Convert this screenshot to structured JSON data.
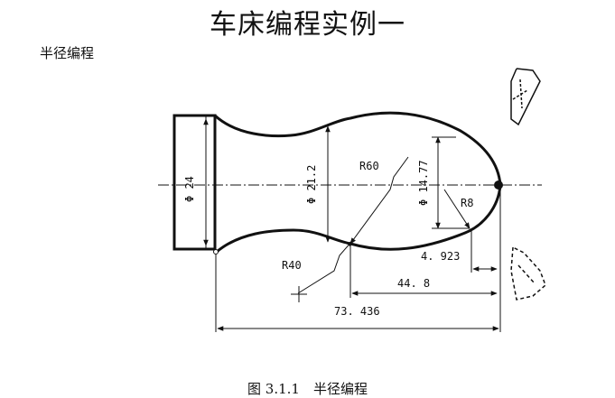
{
  "page": {
    "title": "车床编程实例一",
    "subtitle": "半径编程",
    "caption": "图 3.1.1　半径编程"
  },
  "drawing": {
    "dia_24": "Φ 24",
    "dia_21_2": "Φ 21.2",
    "dia_14_77": "Φ 14.77",
    "radius_60": "R60",
    "radius_40": "R40",
    "radius_8": "R8",
    "len_4_923": "4. 923",
    "len_44_8": "44. 8",
    "len_73_436": "73. 436"
  }
}
